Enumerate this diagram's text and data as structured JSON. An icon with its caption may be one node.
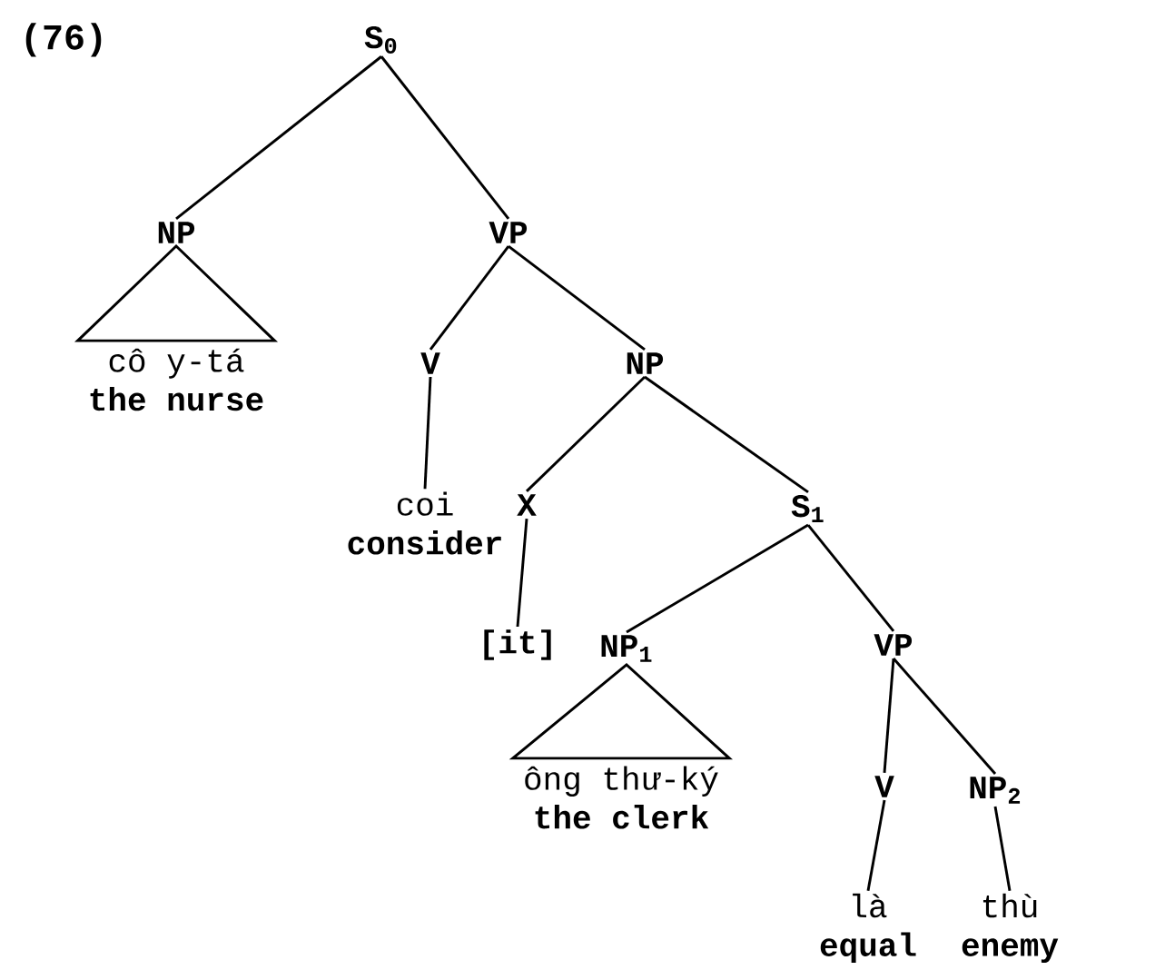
{
  "diagram": {
    "nodes": [
      {
        "text": [
          "S$_{0}$"
        ]
      },
      {
        "text": [
          "NP"
        ]
      },
      {
        "text": [
          "VP"
        ]
      },
      {
        "text": [
          "cô y-tá",
          "the nurse"
        ]
      },
      {
        "text": [
          "V"
        ]
      },
      {
        "text": [
          "NP"
        ]
      },
      {
        "text": [
          "coi",
          "consider"
        ]
      },
      {
        "text": [
          "X"
        ]
      },
      {
        "text": [
          "S$_{1}$"
        ]
      },
      {
        "text": [
          "[it]"
        ]
      },
      {
        "text": [
          "NP$_{1}$"
        ]
      },
      {
        "text": [
          "VP"
        ]
      },
      {
        "text": [
          "ông thư-ký",
          "the clerk"
        ]
      },
      {
        "text": [
          "V"
        ]
      },
      {
        "text": [
          "NP$_{2}$"
        ]
      },
      {
        "text": [
          "là",
          "equal"
        ]
      },
      {
        "text": [
          "thù",
          "enemy"
        ]
      }
    ],
    "edges": [
      {
        "from": 0,
        "to": 1,
        "arrow": "none"
      },
      {
        "from": 0,
        "to": 2,
        "arrow": "none"
      },
      {
        "from": 1,
        "to": 3,
        "arrow": "none"
      },
      {
        "from": 2,
        "to": 4,
        "arrow": "none"
      },
      {
        "from": 2,
        "to": 5,
        "arrow": "none"
      },
      {
        "from": 4,
        "to": 6,
        "arrow": "none"
      },
      {
        "from": 5,
        "to": 7,
        "arrow": "none"
      },
      {
        "from": 5,
        "to": 8,
        "arrow": "none"
      },
      {
        "from": 7,
        "to": 9,
        "arrow": "none"
      },
      {
        "from": 8,
        "to": 10,
        "arrow": "none"
      },
      {
        "from": 8,
        "to": 11,
        "arrow": "none"
      },
      {
        "from": 10,
        "to": 12,
        "arrow": "none"
      },
      {
        "from": 11,
        "to": 13,
        "arrow": "none"
      },
      {
        "from": 11,
        "to": 14,
        "arrow": "none"
      },
      {
        "from": 13,
        "to": 15,
        "arrow": "none"
      },
      {
        "from": 14,
        "to": 16,
        "arrow": "none"
      }
    ],
    "labels": [
      "(76)"
    ]
  }
}
